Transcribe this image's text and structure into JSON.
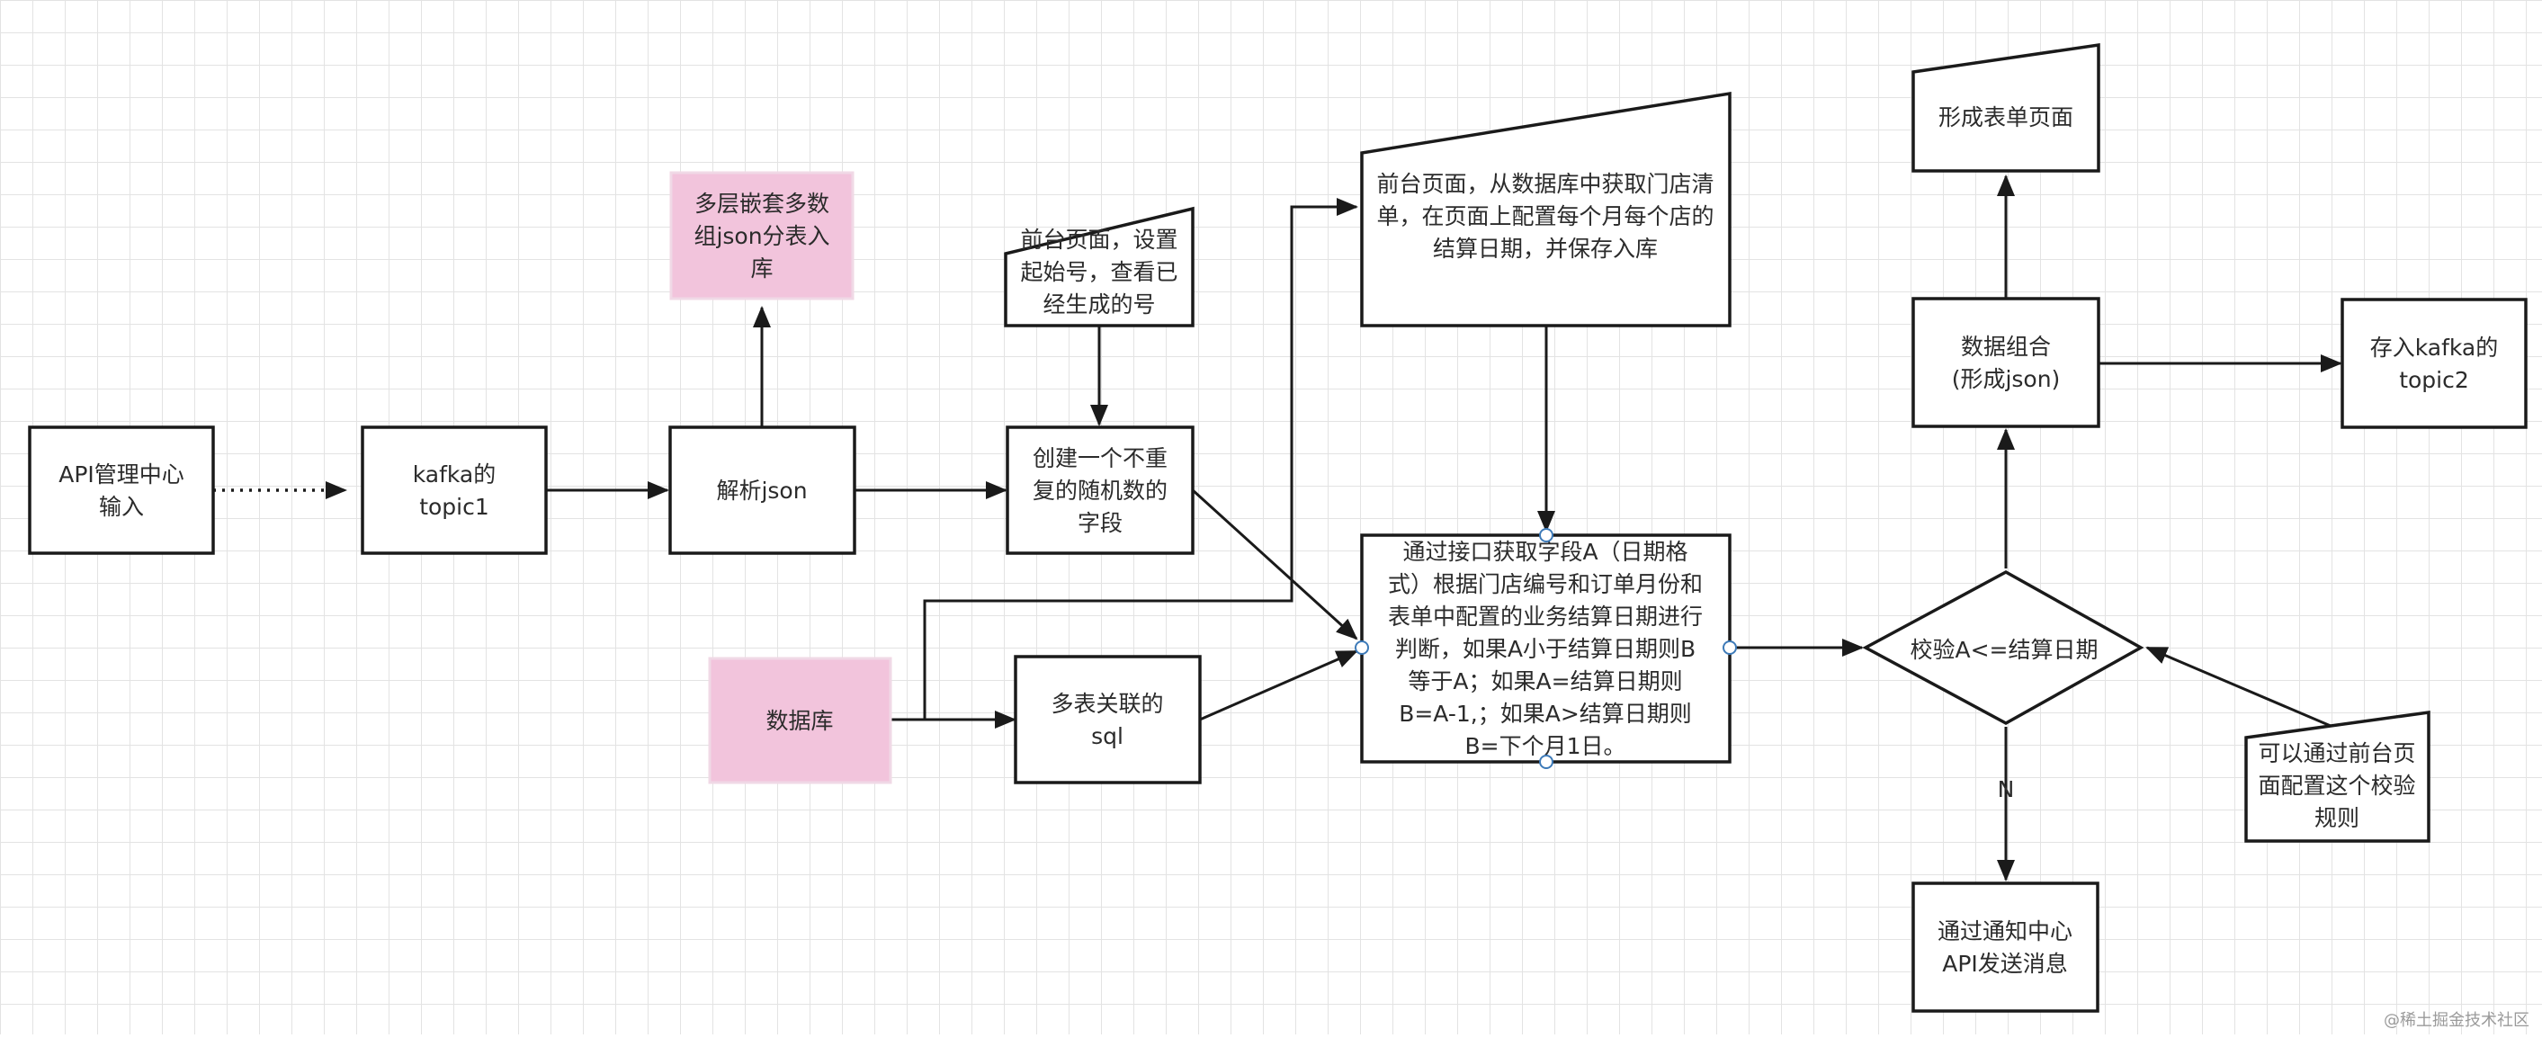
{
  "nodes": {
    "api_input": [
      "API管理中心",
      "输入"
    ],
    "kafka_topic1": [
      "kafka的",
      "topic1"
    ],
    "parse_json": [
      "解析json"
    ],
    "nested_json": [
      "多层嵌套多数",
      "组json分表入",
      "库"
    ],
    "frontend_seq": [
      "前台页面，设置",
      "起始号，查看已",
      "经生成的号"
    ],
    "random_field": [
      "创建一个不重",
      "复的随机数的",
      "字段"
    ],
    "database": [
      "数据库"
    ],
    "multi_table_sql": [
      "多表关联的",
      "sql"
    ],
    "frontend_store": [
      "前台页面，从数据库中获取门店清",
      "单，在页面上配置每个月每个店的",
      "结算日期，并保存入库"
    ],
    "compute_field": [
      "通过接口获取字段A（日期格",
      "式）根据门店编号和订单月份和",
      "表单中配置的业务结算日期进行",
      "判断，如果A小于结算日期则B",
      "等于A；如果A=结算日期则",
      "B=A-1,；如果A>结算日期则",
      "B=下个月1日。"
    ],
    "check_decision": [
      "校验A<=结算日期"
    ],
    "assemble_data": [
      "数据组合",
      "(形成json)"
    ],
    "form_page": [
      "形成表单页面"
    ],
    "kafka_topic2": [
      "存入kafka的",
      "topic2"
    ],
    "notify_api": [
      "通过通知中心",
      "API发送消息"
    ],
    "frontend_rule": [
      "可以通过前台页",
      "面配置这个校验",
      "规则"
    ]
  },
  "edge_labels": {
    "decision_no": "N"
  },
  "watermark": "@稀土掘金技术社区"
}
